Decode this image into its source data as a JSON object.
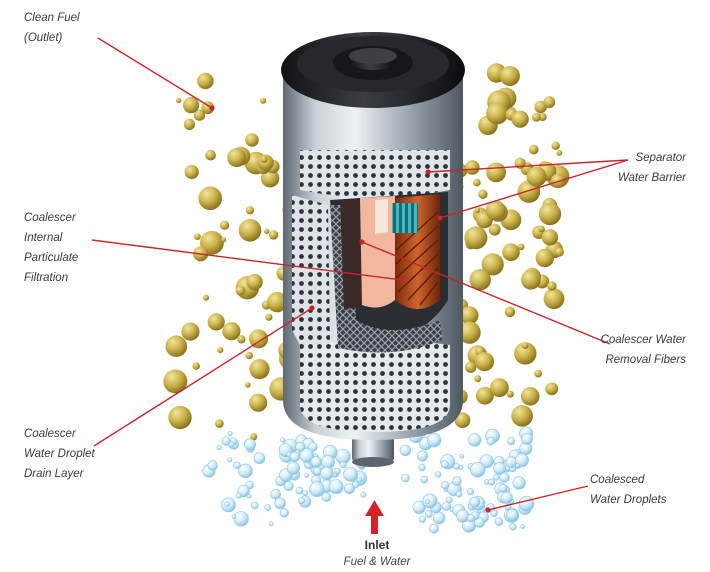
{
  "diagram": {
    "labels": {
      "clean_fuel": [
        "Clean Fuel",
        "(Outlet)"
      ],
      "separator": [
        "Separator",
        "Water Barrier"
      ],
      "internal_filtration": [
        "Coalescer",
        "Internal",
        "Particulate",
        "Filtration"
      ],
      "removal_fibers": [
        "Coalescer Water",
        "Removal Fibers"
      ],
      "drain_layer": [
        "Coalescer",
        "Water Droplet",
        "Drain Layer"
      ],
      "coalesced_droplets": [
        "Coalesced",
        "Water Droplets"
      ],
      "inlet_title": "Inlet",
      "inlet_subtitle": "Fuel & Water"
    },
    "colors": {
      "leader_line": "#c8242b",
      "fuel_droplet": "#c7b045",
      "water_bubble": "#bfe3f5",
      "steel": "#a9b4bd",
      "cap": "#1b1d20"
    }
  }
}
